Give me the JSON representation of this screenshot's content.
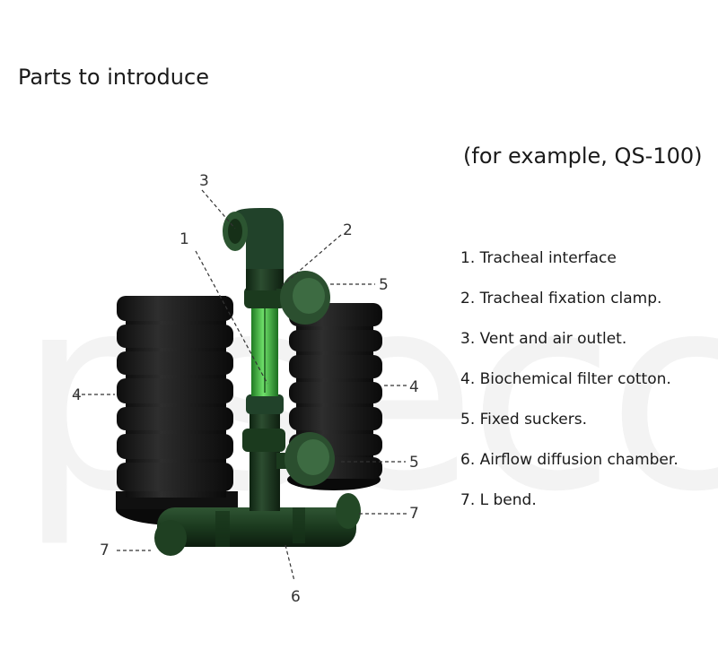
{
  "watermark": "psecc",
  "title": "Parts to introduce",
  "subtitle": "(for example, QS-100)",
  "parts": [
    "1. Tracheal interface",
    "2. Tracheal fixation clamp.",
    "3. Vent and air outlet.",
    "4. Biochemical filter cotton.",
    "5. Fixed suckers.",
    "6. Airflow diffusion chamber.",
    "7. L bend."
  ],
  "callouts": {
    "c1": "1",
    "c2": "2",
    "c3": "3",
    "c4_left": "4",
    "c4_right": "4",
    "c5_top": "5",
    "c5_bottom": "5",
    "c6": "6",
    "c7_left": "7",
    "c7_right": "7"
  },
  "colors": {
    "sponge": "#1b1b1b",
    "pipe": "#1f3a22",
    "tube": "#3fbf3f",
    "base": "#0e0e0e"
  }
}
